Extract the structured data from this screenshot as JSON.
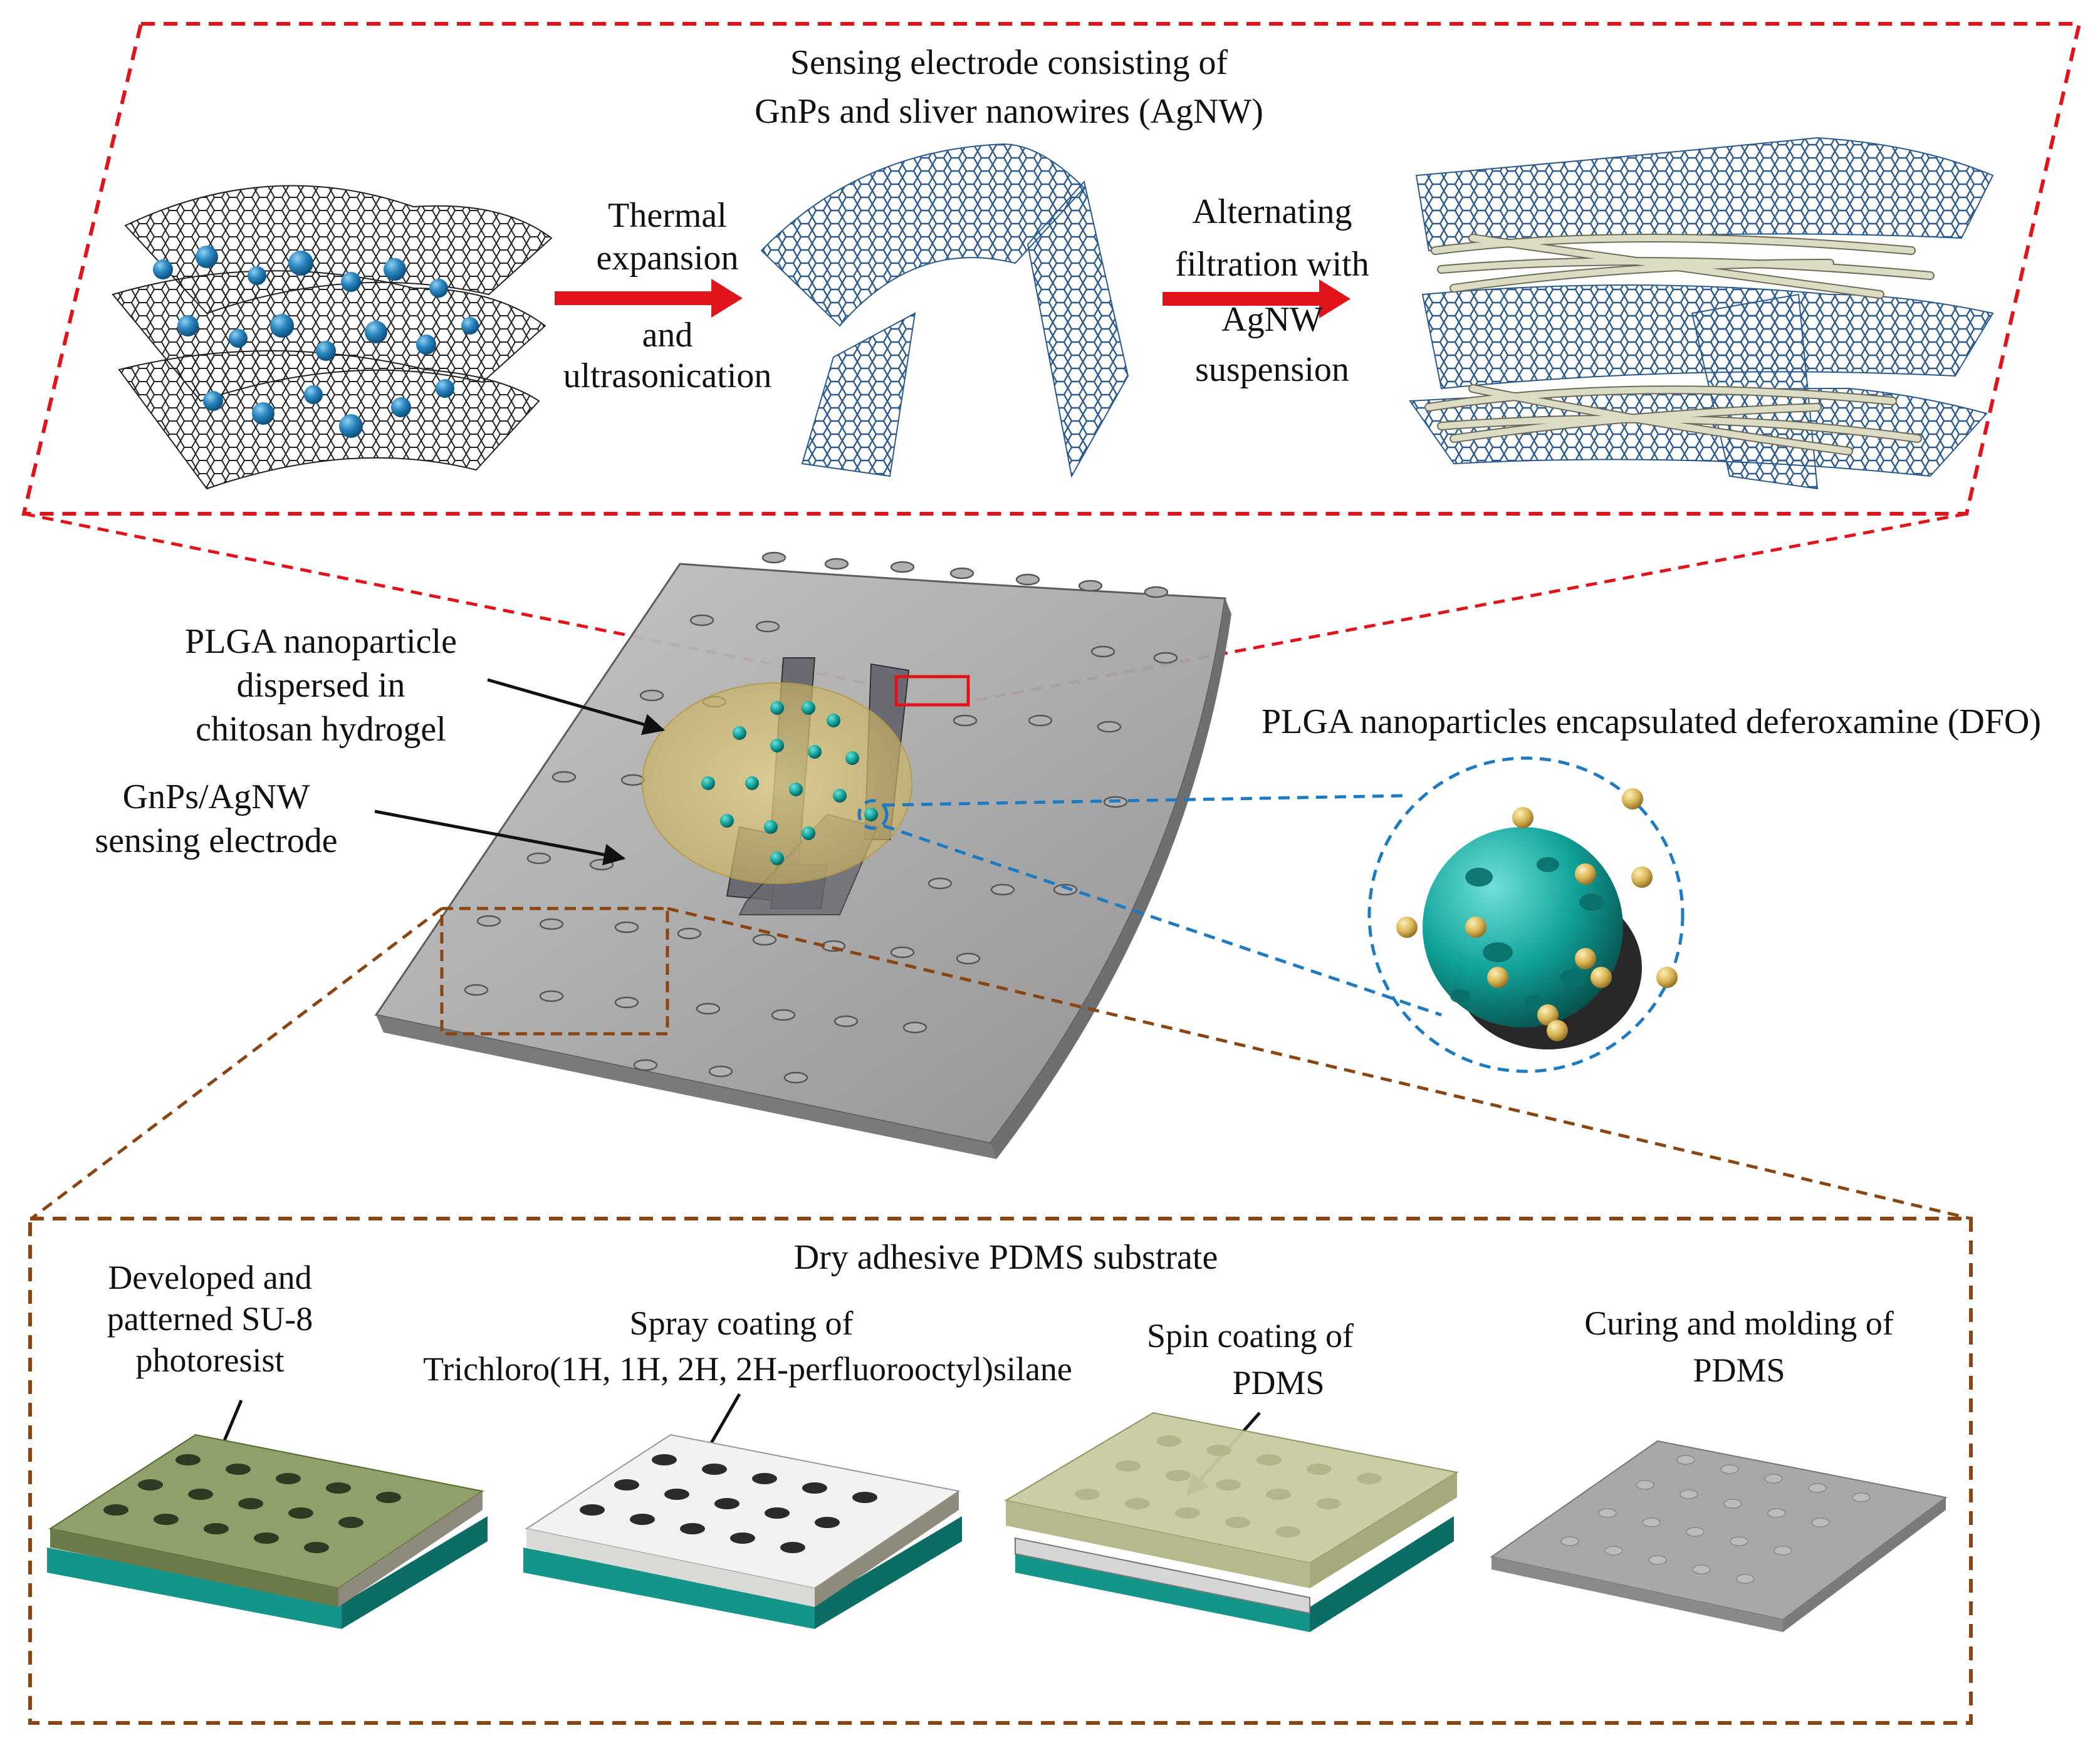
{
  "top_panel": {
    "title_line1": "Sensing electrode consisting of",
    "title_line2": "GnPs and sliver nanowires (AgNW)",
    "step1_line1": "Thermal",
    "step1_line2": "expansion",
    "step1_line3": "and",
    "step1_line4": "ultrasonication",
    "step2_line1": "Alternating",
    "step2_line2": "filtration with",
    "step2_line3": "AgNW",
    "step2_line4": "suspension"
  },
  "middle": {
    "plga_line1": "PLGA nanoparticle",
    "plga_line2": "dispersed in",
    "plga_line3": "chitosan hydrogel",
    "gnp_line1": "GnPs/AgNW",
    "gnp_line2": "sensing electrode",
    "dfo_label": "PLGA nanoparticles encapsulated deferoxamine (DFO)"
  },
  "bottom_panel": {
    "title": "Dry adhesive PDMS substrate",
    "step1_line1": "Developed and",
    "step1_line2": "patterned SU-8",
    "step1_line3": "photoresist",
    "step2_line1": "Spray coating of",
    "step2_line2": "Trichloro(1H, 1H, 2H, 2H-perfluorooctyl)silane",
    "step3_line1": "Spin coating of",
    "step3_line2": "PDMS",
    "step4_line1": "Curing and molding of",
    "step4_line2": "PDMS"
  },
  "colors": {
    "top_border": "#e0141a",
    "bottom_border": "#8b4513",
    "zoom_line_blue": "#1f7bc1",
    "graphene_blue": "#2c5a8c",
    "particle_blue": "#2a86c0",
    "nanowire": "#dcdcc4",
    "substrate_gray": "#9a9a9a",
    "hydrogel": "#d6c27a",
    "plga_teal": "#1fa6a0",
    "dfo_gold": "#d8b454",
    "su8_green": "#8fa06a",
    "wafer_teal": "#13958a",
    "pdms_light": "#c9cca0"
  }
}
